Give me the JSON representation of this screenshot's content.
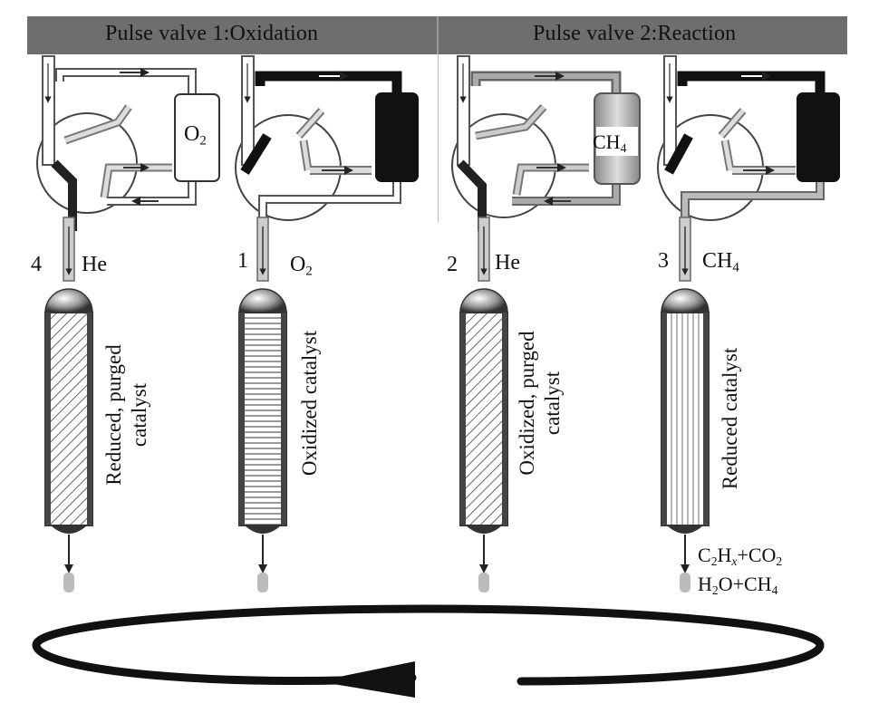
{
  "header": {
    "left_label": "Pulse valve 1:Oxidation",
    "right_label": "Pulse valve 2:Reaction"
  },
  "columns": [
    {
      "step": "4",
      "gas": "He",
      "catalyst_line1": "Reduced, purged",
      "catalyst_line2": "catalyst",
      "reservoir_label": "O",
      "reservoir_sub": "2"
    },
    {
      "step": "1",
      "gas_base": "O",
      "gas_sub": "2",
      "catalyst_line1": "Oxidized catalyst"
    },
    {
      "step": "2",
      "gas": "He",
      "catalyst_line1": "Oxidized, purged",
      "catalyst_line2": "catalyst",
      "reservoir_label": "CH",
      "reservoir_sub": "4"
    },
    {
      "step": "3",
      "gas_base": "CH",
      "gas_sub": "4",
      "catalyst_line1": "Reduced catalyst"
    }
  ],
  "products": {
    "line1": {
      "a": "C",
      "a_sub": "2",
      "b": "H",
      "b_sub": "x",
      "c": "+CO",
      "c_sub": "2"
    },
    "line2": {
      "a": "H",
      "a_sub": "2",
      "b": "O+CH",
      "b_sub": "4"
    }
  }
}
